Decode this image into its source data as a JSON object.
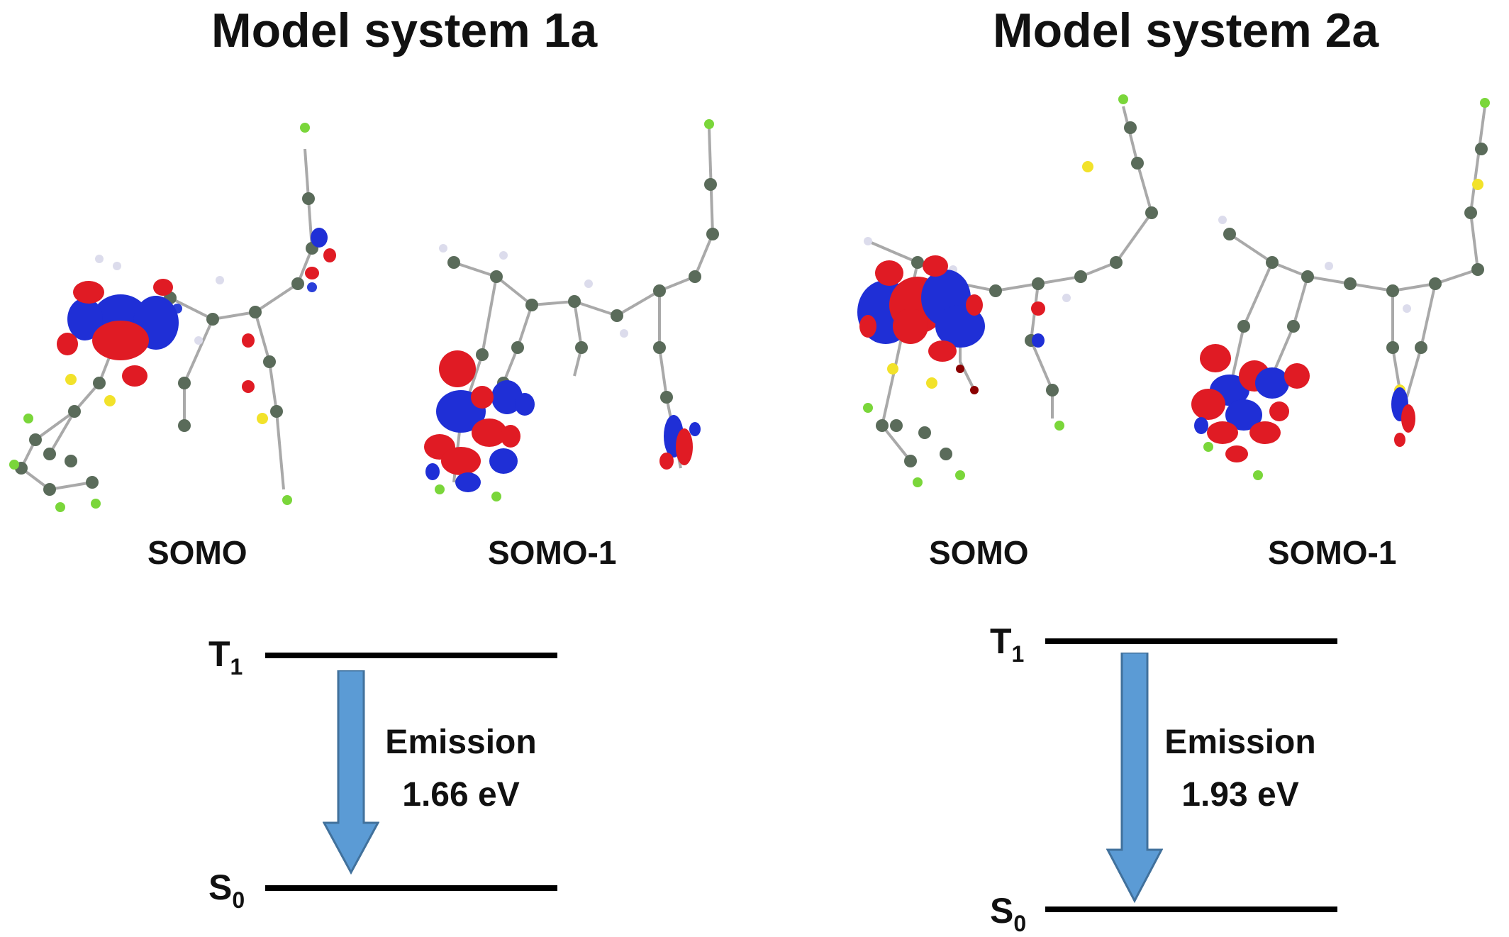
{
  "panels": [
    {
      "title": "Model system 1a",
      "orbitals": [
        "SOMO",
        "SOMO-1"
      ],
      "upper_state": {
        "letter": "T",
        "sub": "1"
      },
      "lower_state": {
        "letter": "S",
        "sub": "0"
      },
      "emission_label": "Emission",
      "emission_energy": "1.66 eV"
    },
    {
      "title": "Model system 2a",
      "orbitals": [
        "SOMO",
        "SOMO-1"
      ],
      "upper_state": {
        "letter": "T",
        "sub": "1"
      },
      "lower_state": {
        "letter": "S",
        "sub": "0"
      },
      "emission_label": "Emission",
      "emission_energy": "1.93 eV"
    }
  ],
  "colors": {
    "lobe_positive": "#e01b24",
    "lobe_negative": "#1f2fd6",
    "carbon": "#5a6b5a",
    "hydrogen": "#dcdcec",
    "fluorine": "#7ad63a",
    "sulfur": "#f2e22a",
    "nitrogen": "#2a3fd9",
    "bond": "#a9a9a9",
    "arrow": "#5b9bd5",
    "arrow_border": "#41719c"
  }
}
